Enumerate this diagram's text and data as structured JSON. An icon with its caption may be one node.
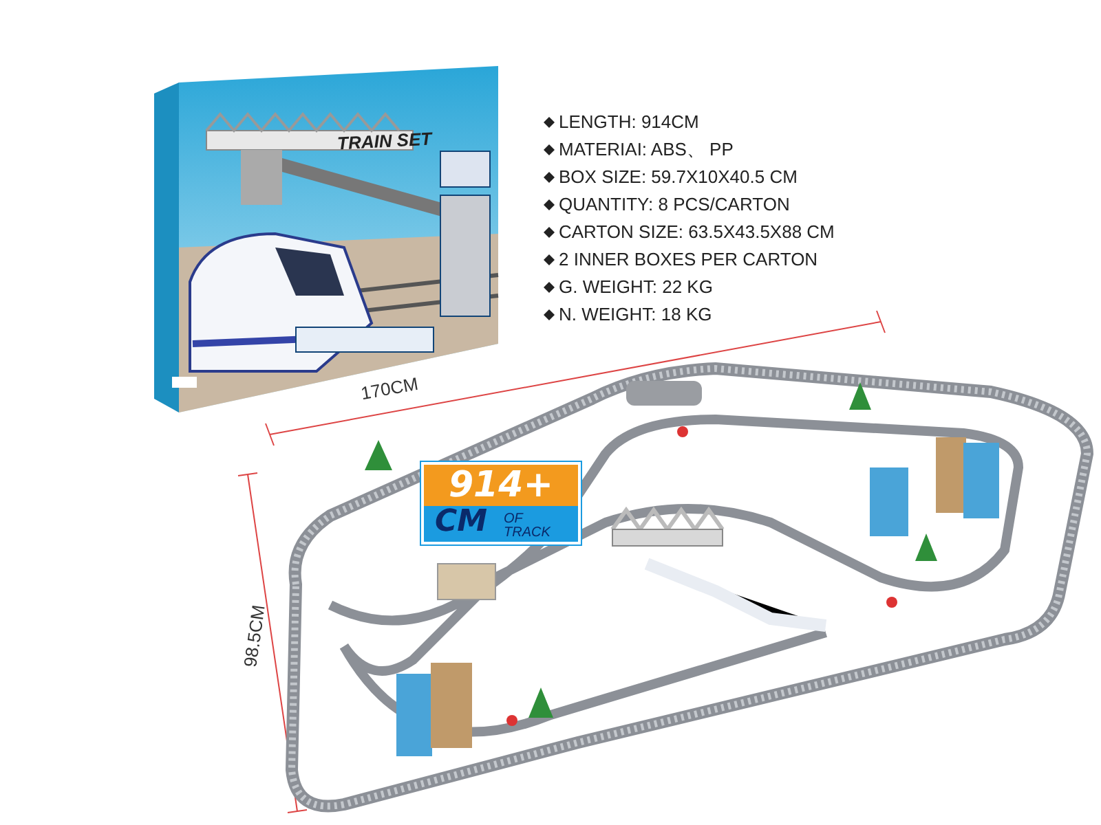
{
  "diagram": {
    "labels": [
      "LENGTH: 914CM",
      "MATERIAI: ABS、 PP",
      "BOX SIZE: 59.7X10X40.5 CM",
      "QUANTITY: 8 PCS/CARTON",
      "CARTON SIZE: 63.5X43.5X88 CM",
      "2 INNER BOXES PER CARTON",
      "G. WEIGHT: 22 KG",
      "N. WEIGHT: 18 KG",
      "TRAIN SET",
      "170CM",
      "914+",
      "CM",
      "OF TRACK",
      "98.5CM"
    ]
  }
}
